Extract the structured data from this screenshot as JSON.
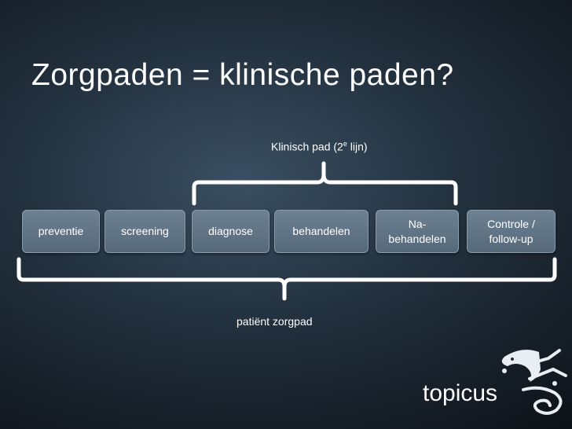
{
  "title": "Zorgpaden = klinische paden?",
  "klinisch_pad": {
    "text": "Klinisch pad (2",
    "sup": "e",
    "suffix": " lijn)"
  },
  "steps": [
    {
      "label": "preventie"
    },
    {
      "label": "screening"
    },
    {
      "label": "diagnose"
    },
    {
      "label": "behandelen"
    },
    {
      "label": "Na-behandelen"
    },
    {
      "label": "Controle / follow-up"
    }
  ],
  "patient_zorgpad": "patiënt zorgpad",
  "logo": {
    "text": "topicus"
  },
  "colors": {
    "step_fill": "#62768a",
    "brace": "#ffffff"
  }
}
